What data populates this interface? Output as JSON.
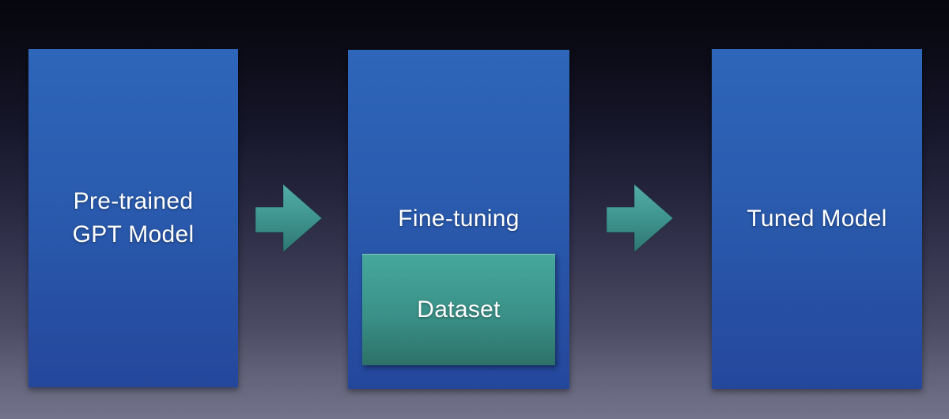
{
  "diagram": {
    "nodes": {
      "pretrained": {
        "lines": [
          "Pre-trained",
          "GPT Model"
        ]
      },
      "finetuning": {
        "label": "Fine-tuning"
      },
      "dataset": {
        "label": "Dataset"
      },
      "tuned": {
        "label": "Tuned Model"
      }
    },
    "connectors": [
      {
        "icon": "right-arrow-icon",
        "from": "pretrained",
        "to": "finetuning"
      },
      {
        "icon": "right-arrow-icon",
        "from": "finetuning",
        "to": "tuned"
      }
    ],
    "colors": {
      "background_top": "#06060d",
      "background_bottom": "#73738b",
      "node_blue_top": "#2e66ba",
      "node_blue_bottom": "#24479c",
      "dataset_teal_top": "#46a89c",
      "dataset_teal_bottom": "#2d7168",
      "arrow_teal_top": "#53ada8",
      "arrow_teal_bottom": "#2e7672",
      "text": "#ffffff"
    }
  }
}
